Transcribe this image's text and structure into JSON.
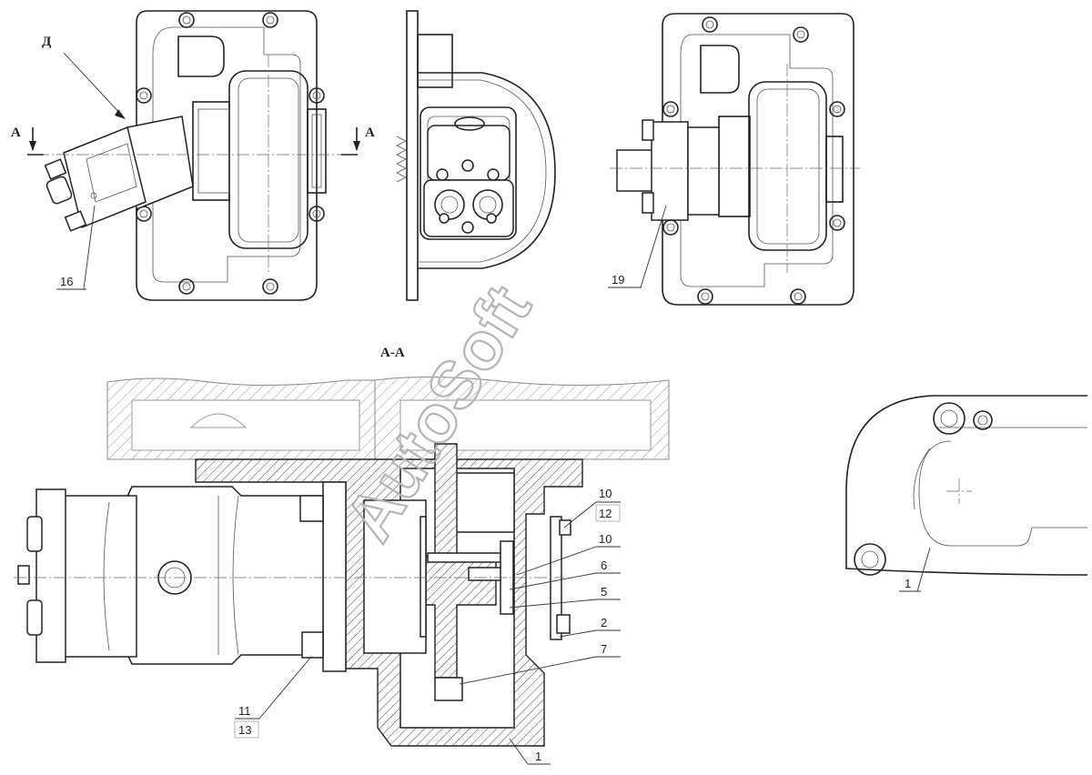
{
  "section_title": "A-A",
  "view_label": "Д",
  "section_marks": [
    "А",
    "А"
  ],
  "watermark": "AutoSoft",
  "callouts": {
    "c16": "16",
    "c19": "19",
    "c10a": "10",
    "c12": "12",
    "c10b": "10",
    "c6": "6",
    "c5": "5",
    "c2": "2",
    "c7": "7",
    "c11": "11",
    "c13": "13",
    "c1a": "1",
    "c1b": "1"
  }
}
